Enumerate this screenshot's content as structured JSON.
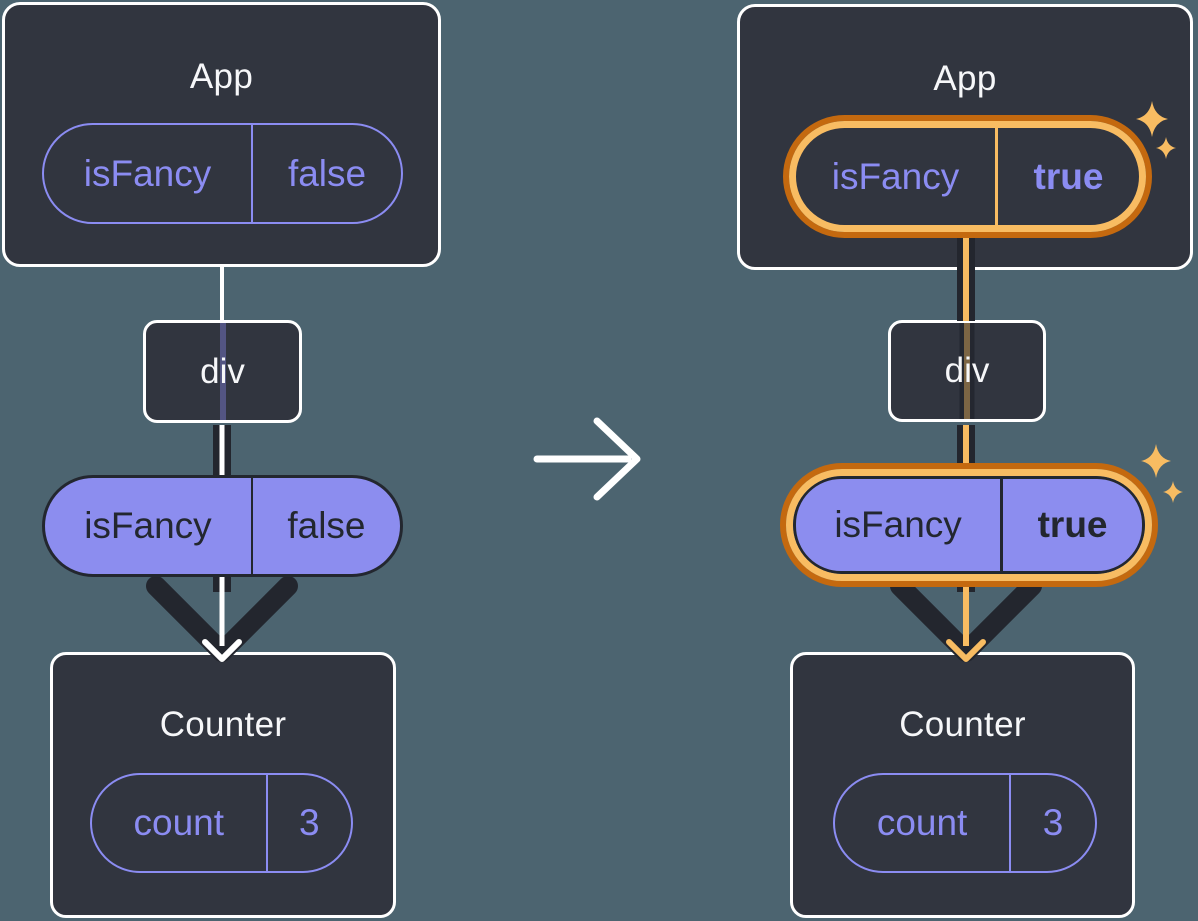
{
  "colors": {
    "background": "#4C6470",
    "box_fill": "#31353F",
    "box_border": "#FFFFFF",
    "text_light": "#F6F7F9",
    "purple": "#8B8CF2",
    "purple_fill": "#8C8DEF",
    "dark": "#23272F",
    "arrow_dark": "#23262E",
    "orange_dark": "#C4690F",
    "orange_light": "#F8BC62"
  },
  "before": {
    "app": {
      "title": "App",
      "prop": {
        "name": "isFancy",
        "value": "false"
      }
    },
    "div": {
      "label": "div"
    },
    "state": {
      "name": "isFancy",
      "value": "false"
    },
    "counter": {
      "title": "Counter",
      "state": {
        "name": "count",
        "value": "3"
      }
    }
  },
  "after": {
    "app": {
      "title": "App",
      "prop": {
        "name": "isFancy",
        "value": "true"
      }
    },
    "div": {
      "label": "div"
    },
    "state": {
      "name": "isFancy",
      "value": "true"
    },
    "counter": {
      "title": "Counter",
      "state": {
        "name": "count",
        "value": "3"
      }
    }
  },
  "icons": {
    "transition": "arrow-right-icon",
    "prop_flow": "arrow-down-icon",
    "highlight": "sparkles-icon"
  }
}
